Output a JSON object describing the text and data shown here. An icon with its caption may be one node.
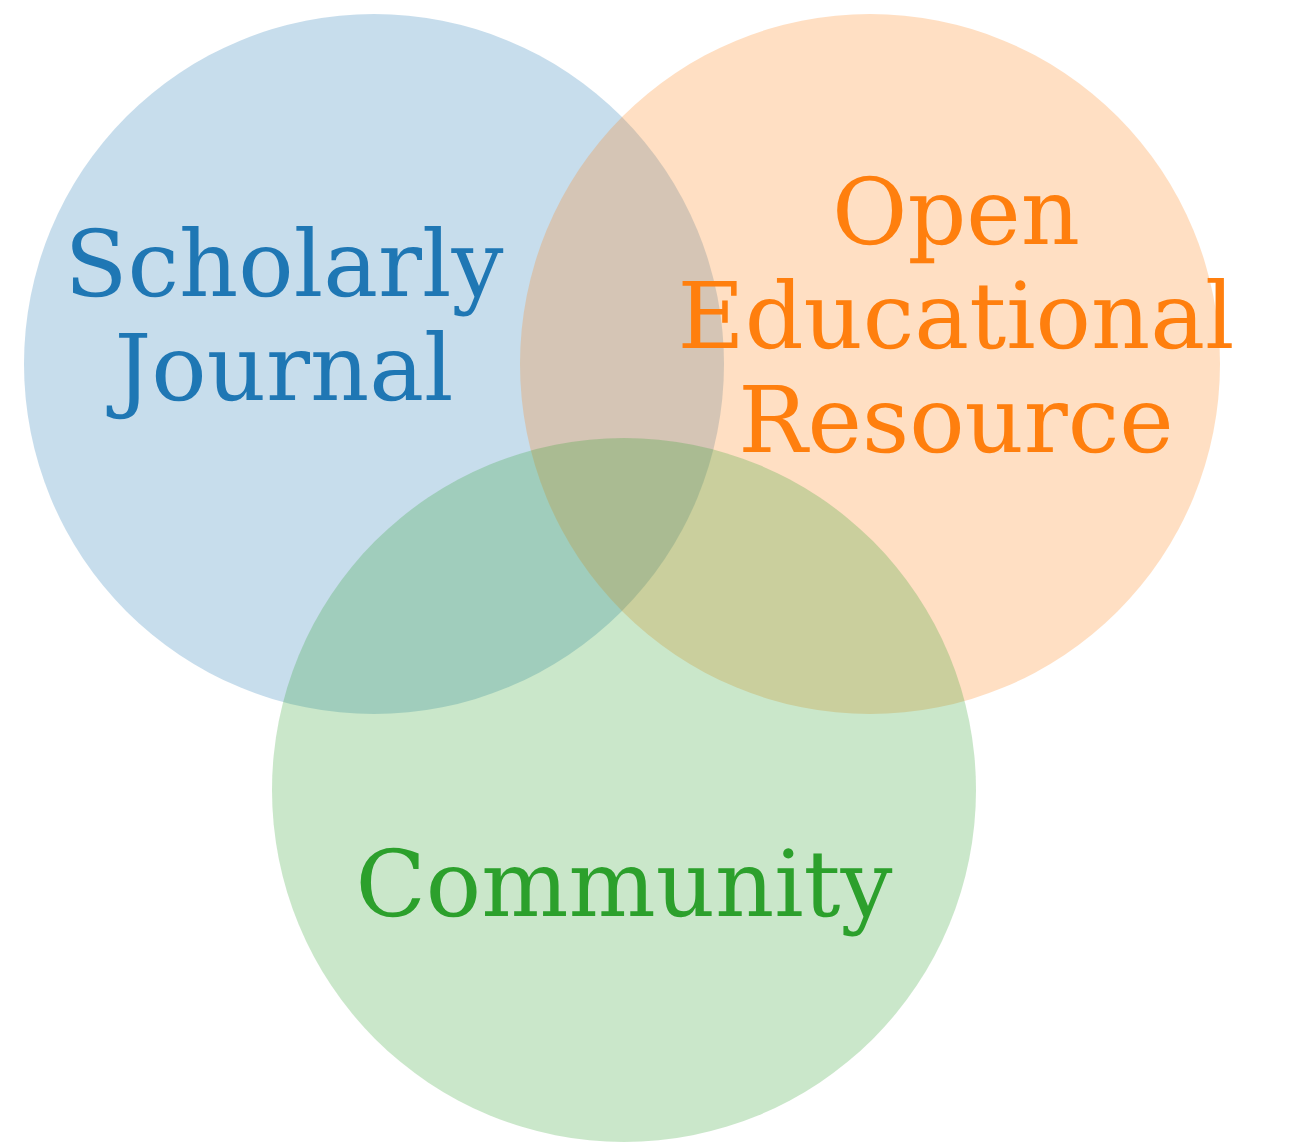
{
  "diagram": {
    "nodes": [
      {
        "text": [
          "Scholarly Journal"
        ]
      },
      {
        "text": [
          "Open Educational Resource"
        ]
      },
      {
        "text": [
          "Community"
        ]
      }
    ]
  }
}
